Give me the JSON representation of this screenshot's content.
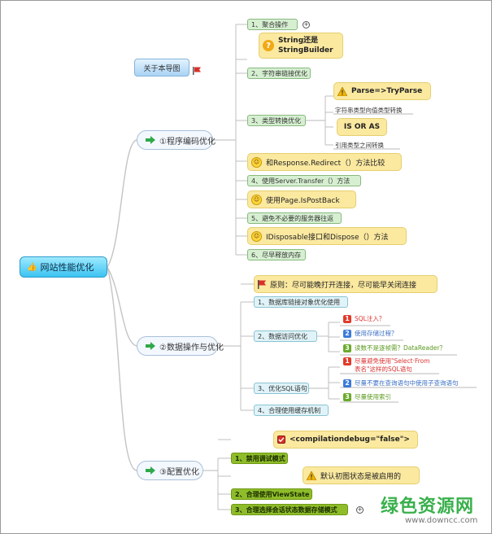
{
  "root": {
    "label": "网站性能优化",
    "icon": "thumbs-up-icon"
  },
  "about": {
    "label": "关于本导图",
    "icon": "flag-icon"
  },
  "branches": [
    {
      "label": "①程序编码优化",
      "icon": "green-arrow-icon"
    },
    {
      "label": "②数据操作与优化",
      "icon": "green-arrow-icon"
    },
    {
      "label": "③配置优化",
      "icon": "green-arrow-icon"
    }
  ],
  "b1": {
    "items": [
      "1、聚合操作",
      "2、字符串链接优化",
      "3、类型转换优化",
      "4、使用Server.Transfer（）方法",
      "5、避免不必要的服务器往返",
      "6、尽早释放内存"
    ],
    "note_string": [
      "String还是",
      "StringBuilder"
    ],
    "note_parse": "Parse=>TryParse",
    "parse_sub1": "字符串类型向值类型转换",
    "note_isoras": "IS OR AS",
    "isoras_sub": "引用类型之间转换",
    "note_redirect": "和Response.Redirect（）方法比较",
    "note_ispostback": "使用Page.IsPostBack",
    "note_idisposable": "IDisposable接口和Dispose（）方法"
  },
  "b2": {
    "principle": "原则：尽可能晚打开连接，尽可能早关闭连接",
    "items": [
      "1、数据库链接对象优化使用",
      "2、数据访问优化",
      "3、优化SQL语句",
      "4、合理使用缓存机制"
    ],
    "access_subs": [
      {
        "n": "1",
        "text": "SQL注入？"
      },
      {
        "n": "2",
        "text": "使用存储过程？"
      },
      {
        "n": "3",
        "text": "读数不是逐帧需？DataReader？"
      }
    ],
    "sql_subs": [
      {
        "n": "1",
        "text": [
          "尽量避免使用\"Select·From",
          "表名\"这样的SQL语句"
        ]
      },
      {
        "n": "2",
        "text": "尽量不要在查询语句中使用子查询语句"
      },
      {
        "n": "3",
        "text": "尽量使用索引"
      }
    ]
  },
  "b3": {
    "items": [
      "1、禁用调试模式",
      "2、合理使用ViewState",
      "3、合理选择会话状态数据存储模式"
    ],
    "note_compilation": "<compilationdebug=\"false\">",
    "note_viewstate": "默认初图状态是被启用的"
  },
  "watermark": {
    "cn": "绿色资源网",
    "url": "www.downcc.com"
  },
  "colors": {
    "root": "#3cc3f2",
    "green_node": "#d6efd1",
    "blue_node": "#dff3f8",
    "olive_node": "#8ebc2a",
    "note": "#fbe9a0",
    "watermark": "#39b04b"
  }
}
